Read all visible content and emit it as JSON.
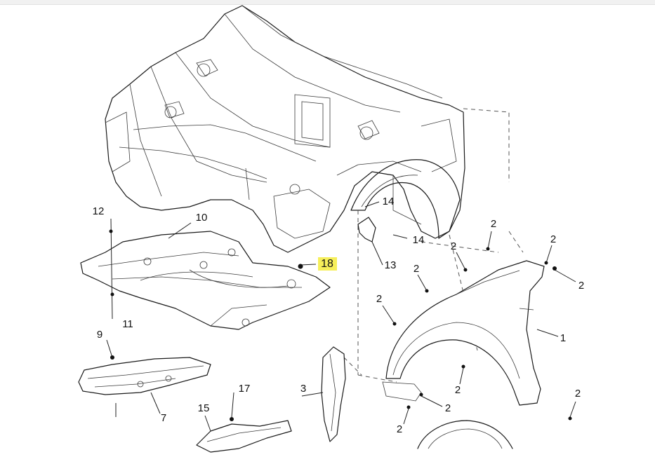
{
  "highlight_color": "#f6ef5a",
  "callouts": {
    "c1": "1",
    "c2a": "2",
    "c2b": "2",
    "c2c": "2",
    "c2d": "2",
    "c2e": "2",
    "c2f": "2",
    "c2g": "2",
    "c2h": "2",
    "c2i": "2",
    "c2j": "2",
    "c3": "3",
    "c7": "7",
    "c9": "9",
    "c10": "10",
    "c11": "11",
    "c12": "12",
    "c13": "13",
    "c14a": "14",
    "c14b": "14",
    "c15": "15",
    "c17": "17",
    "c18": "18"
  }
}
